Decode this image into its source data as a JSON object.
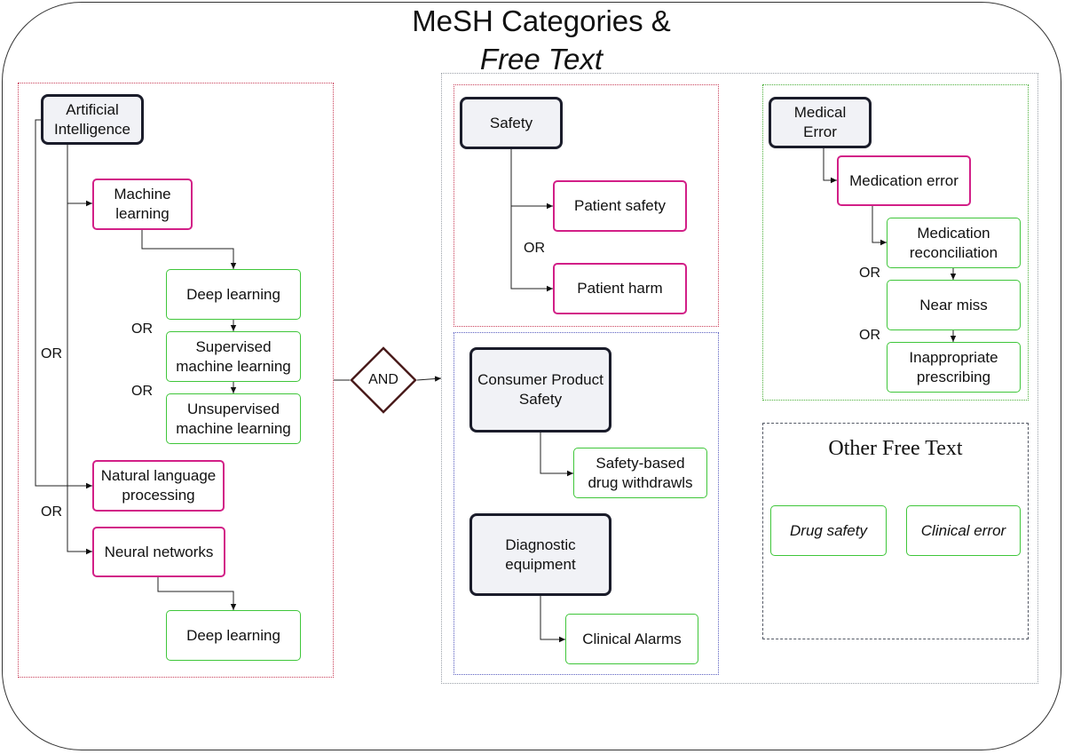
{
  "title": {
    "line1": "MeSH Categories &",
    "line2": "Free Text"
  },
  "connectors": {
    "or": "OR",
    "and": "AND"
  },
  "ai": {
    "root": "Artificial Intelligence",
    "machine_learning": "Machine learning",
    "deep_learning": "Deep learning",
    "supervised": "Supervised machine learning",
    "unsupervised": "Unsupervised machine learning",
    "nlp": "Natural language processing",
    "neural_networks": "Neural networks",
    "nn_deep_learning": "Deep learning"
  },
  "safety": {
    "root": "Safety",
    "patient_safety": "Patient safety",
    "patient_harm": "Patient harm"
  },
  "consumer": {
    "root": "Consumer Product Safety",
    "child": "Safety-based drug withdrawls"
  },
  "diagnostic": {
    "root": "Diagnostic equipment",
    "child": "Clinical Alarms"
  },
  "medical_error": {
    "root": "Medical Error",
    "medication_error": "Medication error",
    "reconciliation": "Medication reconciliation",
    "near_miss": "Near miss",
    "inappropriate": "Inappropriate prescribing"
  },
  "other_free_text": {
    "title": "Other Free Text",
    "items": [
      "Drug safety",
      "Clinical error"
    ]
  },
  "colors": {
    "root_border": "#1a1c2a",
    "mesh_term_border": "#d21f87",
    "child_term_border": "#3fc63a",
    "and_border": "#4a1c1c"
  }
}
